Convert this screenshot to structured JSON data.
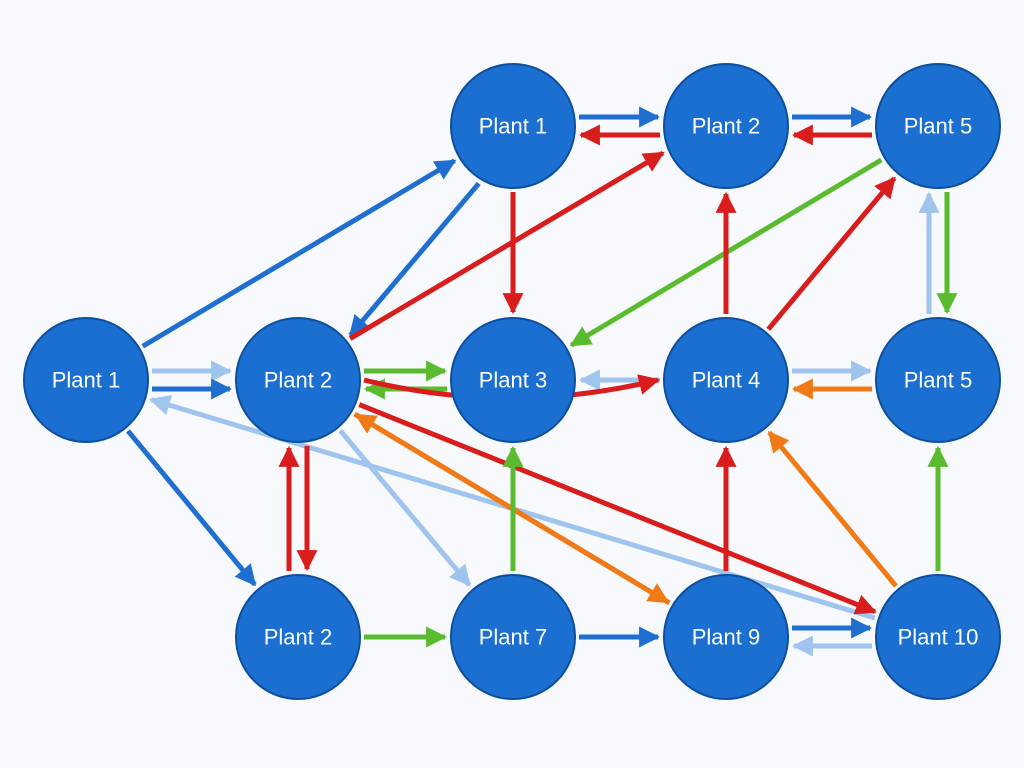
{
  "colors": {
    "background": "#f7f9fc",
    "node_fill": "#1a6fd0",
    "node_stroke": "#0d4f9e",
    "label": "#ffffff",
    "blue": "#1f6fd1",
    "light_blue": "#9fc4ee",
    "red": "#d91c1c",
    "green": "#5bbb2e",
    "orange": "#f07a16"
  },
  "nodes": [
    {
      "id": "n1",
      "label": "Plant 1"
    },
    {
      "id": "n2",
      "label": "Plant 2"
    },
    {
      "id": "n3",
      "label": "Plant 5"
    },
    {
      "id": "n4",
      "label": "Plant 1"
    },
    {
      "id": "n5",
      "label": "Plant 2"
    },
    {
      "id": "n6",
      "label": "Plant 3"
    },
    {
      "id": "n7",
      "label": "Plant 4"
    },
    {
      "id": "n8",
      "label": "Plant 5"
    },
    {
      "id": "n9",
      "label": "Plant 2"
    },
    {
      "id": "n10",
      "label": "Plant 7"
    },
    {
      "id": "n11",
      "label": "Plant 9"
    },
    {
      "id": "n12",
      "label": "Plant 10"
    }
  ],
  "edges": [
    {
      "from": "n1",
      "to": "n2",
      "color": "blue"
    },
    {
      "from": "n2",
      "to": "n1",
      "color": "red"
    },
    {
      "from": "n2",
      "to": "n3",
      "color": "blue"
    },
    {
      "from": "n3",
      "to": "n2",
      "color": "red"
    },
    {
      "from": "n4",
      "to": "n1",
      "color": "blue"
    },
    {
      "from": "n1",
      "to": "n5",
      "color": "blue"
    },
    {
      "from": "n5",
      "to": "n2",
      "color": "red"
    },
    {
      "from": "n1",
      "to": "n6",
      "color": "red"
    },
    {
      "from": "n3",
      "to": "n6",
      "color": "green"
    },
    {
      "from": "n7",
      "to": "n2",
      "color": "red"
    },
    {
      "from": "n7",
      "to": "n3",
      "color": "red"
    },
    {
      "from": "n3",
      "to": "n8",
      "color": "green"
    },
    {
      "from": "n8",
      "to": "n3",
      "color": "light_blue"
    },
    {
      "from": "n4",
      "to": "n5",
      "color": "light_blue"
    },
    {
      "from": "n4",
      "to": "n5",
      "color": "blue"
    },
    {
      "from": "n5",
      "to": "n6",
      "color": "green"
    },
    {
      "from": "n6",
      "to": "n5",
      "color": "green"
    },
    {
      "from": "n7",
      "to": "n6",
      "color": "light_blue"
    },
    {
      "from": "n7",
      "to": "n8",
      "color": "light_blue"
    },
    {
      "from": "n8",
      "to": "n7",
      "color": "orange"
    },
    {
      "from": "n4",
      "to": "n9",
      "color": "blue"
    },
    {
      "from": "n12",
      "to": "n4",
      "color": "light_blue"
    },
    {
      "from": "n5",
      "to": "n10",
      "color": "light_blue"
    },
    {
      "from": "n9",
      "to": "n5",
      "color": "red"
    },
    {
      "from": "n5",
      "to": "n9",
      "color": "red"
    },
    {
      "from": "n5",
      "to": "n7",
      "color": "red"
    },
    {
      "from": "n5",
      "to": "n12",
      "color": "red"
    },
    {
      "from": "n11",
      "to": "n5",
      "color": "orange"
    },
    {
      "from": "n5",
      "to": "n11",
      "color": "orange"
    },
    {
      "from": "n10",
      "to": "n6",
      "color": "green"
    },
    {
      "from": "n11",
      "to": "n7",
      "color": "red"
    },
    {
      "from": "n12",
      "to": "n7",
      "color": "orange"
    },
    {
      "from": "n12",
      "to": "n8",
      "color": "green"
    },
    {
      "from": "n9",
      "to": "n10",
      "color": "green"
    },
    {
      "from": "n10",
      "to": "n11",
      "color": "blue"
    },
    {
      "from": "n11",
      "to": "n12",
      "color": "blue"
    },
    {
      "from": "n12",
      "to": "n11",
      "color": "light_blue"
    }
  ]
}
